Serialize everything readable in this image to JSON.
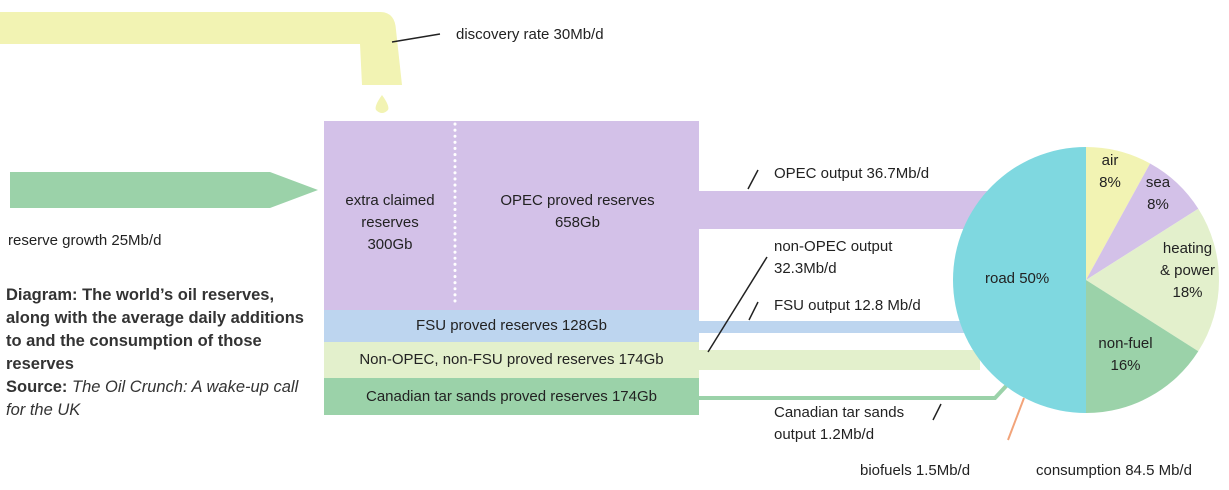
{
  "discovery_label": "discovery rate 30Mb/d",
  "reserve_growth_label": "reserve growth 25Mb/d",
  "reserves": {
    "extra_claimed": [
      "extra claimed",
      "reserves",
      "300Gb"
    ],
    "opec": [
      "OPEC proved reserves",
      "658Gb"
    ],
    "fsu": "FSU proved reserves 128Gb",
    "non_opec_non_fsu": "Non-OPEC, non-FSU proved reserves 174Gb",
    "canadian": "Canadian tar sands proved reserves 174Gb"
  },
  "outputs": {
    "opec": "OPEC output 36.7Mb/d",
    "non_opec": [
      "non-OPEC output",
      "32.3Mb/d"
    ],
    "fsu": "FSU output 12.8 Mb/d",
    "canadian": [
      "Canadian tar sands",
      "output 1.2Mb/d"
    ],
    "biofuels": "biofuels 1.5Mb/d",
    "consumption": "consumption 84.5 Mb/d"
  },
  "pie": {
    "slices": [
      {
        "label": "road 50%",
        "value": 50,
        "color": "#7fd8e0"
      },
      {
        "label": "air 8%",
        "value": 8,
        "color": "#f2f3b3"
      },
      {
        "label": "sea 8%",
        "value": 8,
        "color": "#d3c1e8"
      },
      {
        "label": "heating & power 18%",
        "value": 18,
        "color": "#e3f0cc"
      },
      {
        "label": "non-fuel 16%",
        "value": 16,
        "color": "#9bd2a9"
      }
    ],
    "texts": {
      "road": "road 50%",
      "air": [
        "air",
        "8%"
      ],
      "sea": [
        "sea",
        "8%"
      ],
      "heating": [
        "heating",
        "& power",
        "18%"
      ],
      "nonfuel": [
        "non-fuel",
        "16%"
      ]
    }
  },
  "caption": {
    "title_bold": "Diagram: The world’s oil reserves, along with the average daily additions to and the consumption of those reserves",
    "source_label": "Source:",
    "source_text": "The Oil Crunch: A wake-up call for the UK"
  },
  "colors": {
    "purple": "#d3c1e8",
    "blue": "#bdd5ef",
    "light_green": "#e3f0cc",
    "green": "#9bd2a9",
    "yellow": "#f2f3b3",
    "cyan": "#7fd8e0",
    "orange": "#f2a47a"
  }
}
